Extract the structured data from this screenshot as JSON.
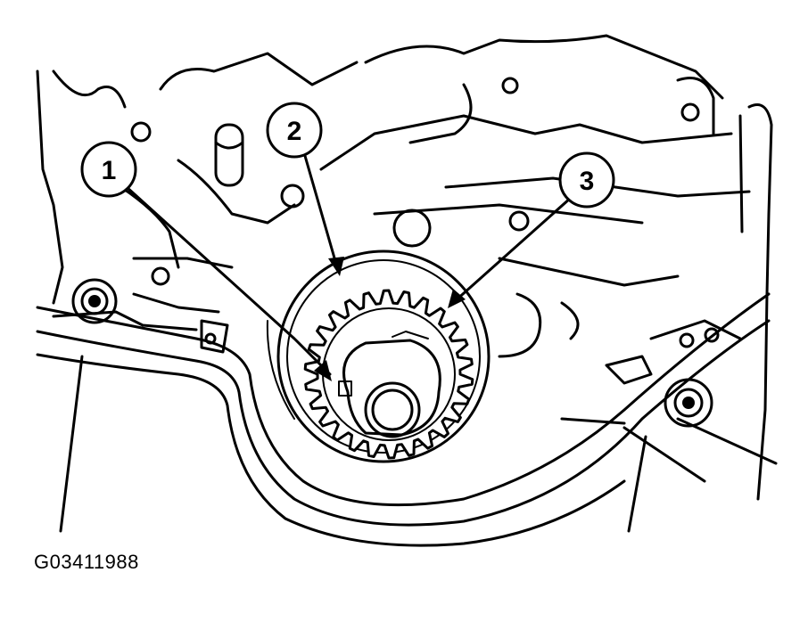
{
  "figure": {
    "id_label": "G03411988"
  },
  "callouts": [
    {
      "number": "1",
      "target": "crankshaft-timing-gear-hub"
    },
    {
      "number": "2",
      "target": "timing-mark"
    },
    {
      "number": "3",
      "target": "crankshaft-timing-gear"
    }
  ],
  "colors": {
    "ink": "#000000",
    "paper": "#ffffff"
  }
}
